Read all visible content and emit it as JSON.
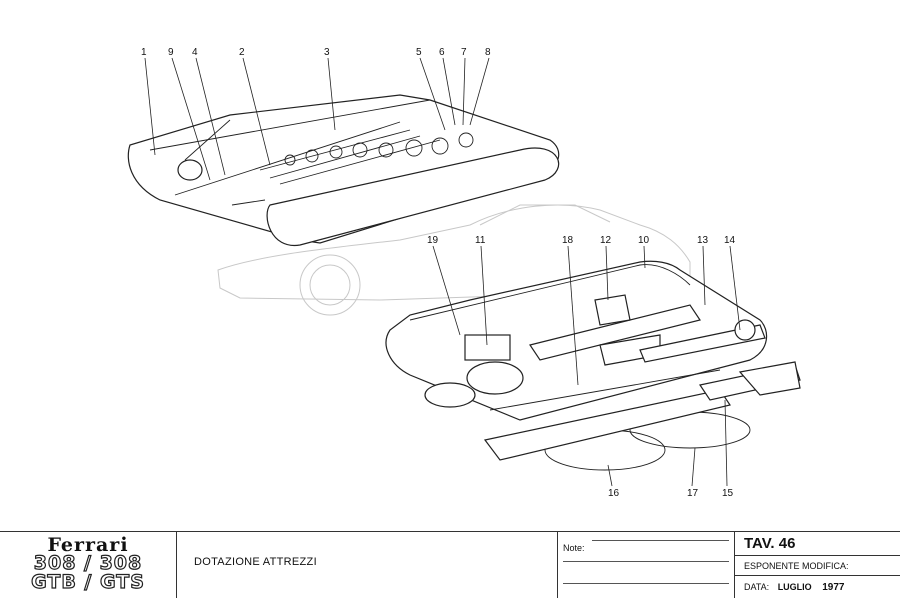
{
  "drawing": {
    "callouts": [
      "1",
      "9",
      "4",
      "2",
      "3",
      "5",
      "6",
      "7",
      "8",
      "19",
      "11",
      "18",
      "12",
      "10",
      "13",
      "14",
      "16",
      "17",
      "15"
    ]
  },
  "title_block": {
    "brand": "Ferrari",
    "model_line1": "308 / 308",
    "model_line2": "GTB / GTS",
    "title": "DOTAZIONE ATTREZZI",
    "notes_label": "Note:",
    "table_number": "TAV. 46",
    "modification_label": "ESPONENTE MODIFICA:",
    "date_label": "DATA:",
    "date_month": "LUGLIO",
    "date_year": "1977"
  }
}
